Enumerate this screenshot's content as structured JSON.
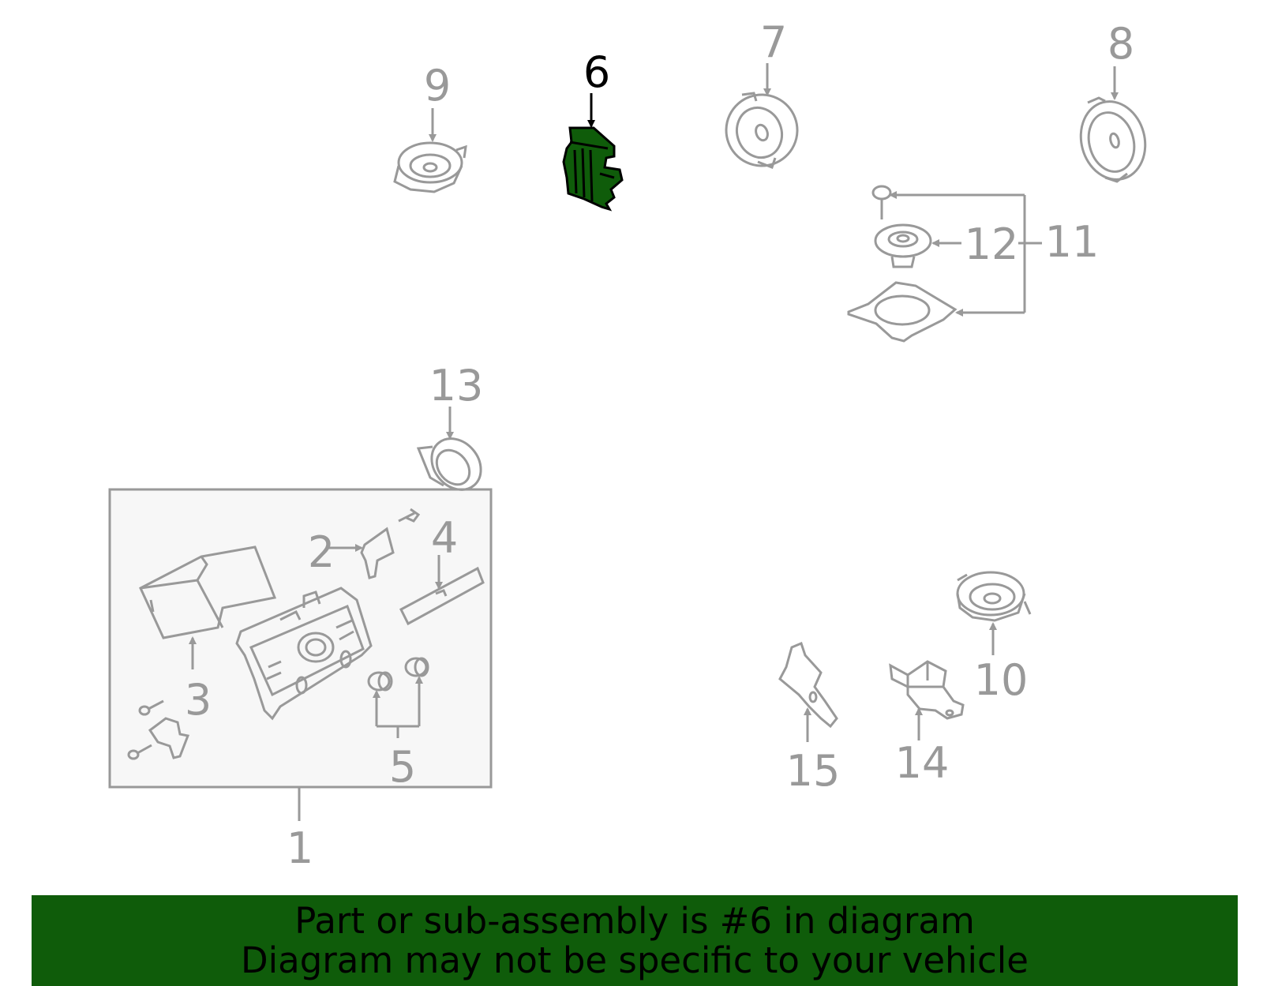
{
  "diagram": {
    "callouts": [
      {
        "id": "1",
        "label": "1"
      },
      {
        "id": "2",
        "label": "2"
      },
      {
        "id": "3",
        "label": "3"
      },
      {
        "id": "4",
        "label": "4"
      },
      {
        "id": "5",
        "label": "5"
      },
      {
        "id": "6",
        "label": "6",
        "highlighted": true
      },
      {
        "id": "7",
        "label": "7"
      },
      {
        "id": "8",
        "label": "8"
      },
      {
        "id": "9",
        "label": "9"
      },
      {
        "id": "10",
        "label": "10"
      },
      {
        "id": "11",
        "label": "11"
      },
      {
        "id": "12",
        "label": "12"
      },
      {
        "id": "13",
        "label": "13"
      },
      {
        "id": "14",
        "label": "14"
      },
      {
        "id": "15",
        "label": "15"
      }
    ],
    "colors": {
      "part_line": "#999999",
      "highlight_fill": "#0f5c0a",
      "highlight_text": "#000000",
      "box_fill": "#f7f7f7"
    }
  },
  "banner": {
    "line1": "Part or sub-assembly is #6 in diagram",
    "line2": "Diagram may not be specific to your vehicle",
    "background": "#0f5c0a"
  }
}
